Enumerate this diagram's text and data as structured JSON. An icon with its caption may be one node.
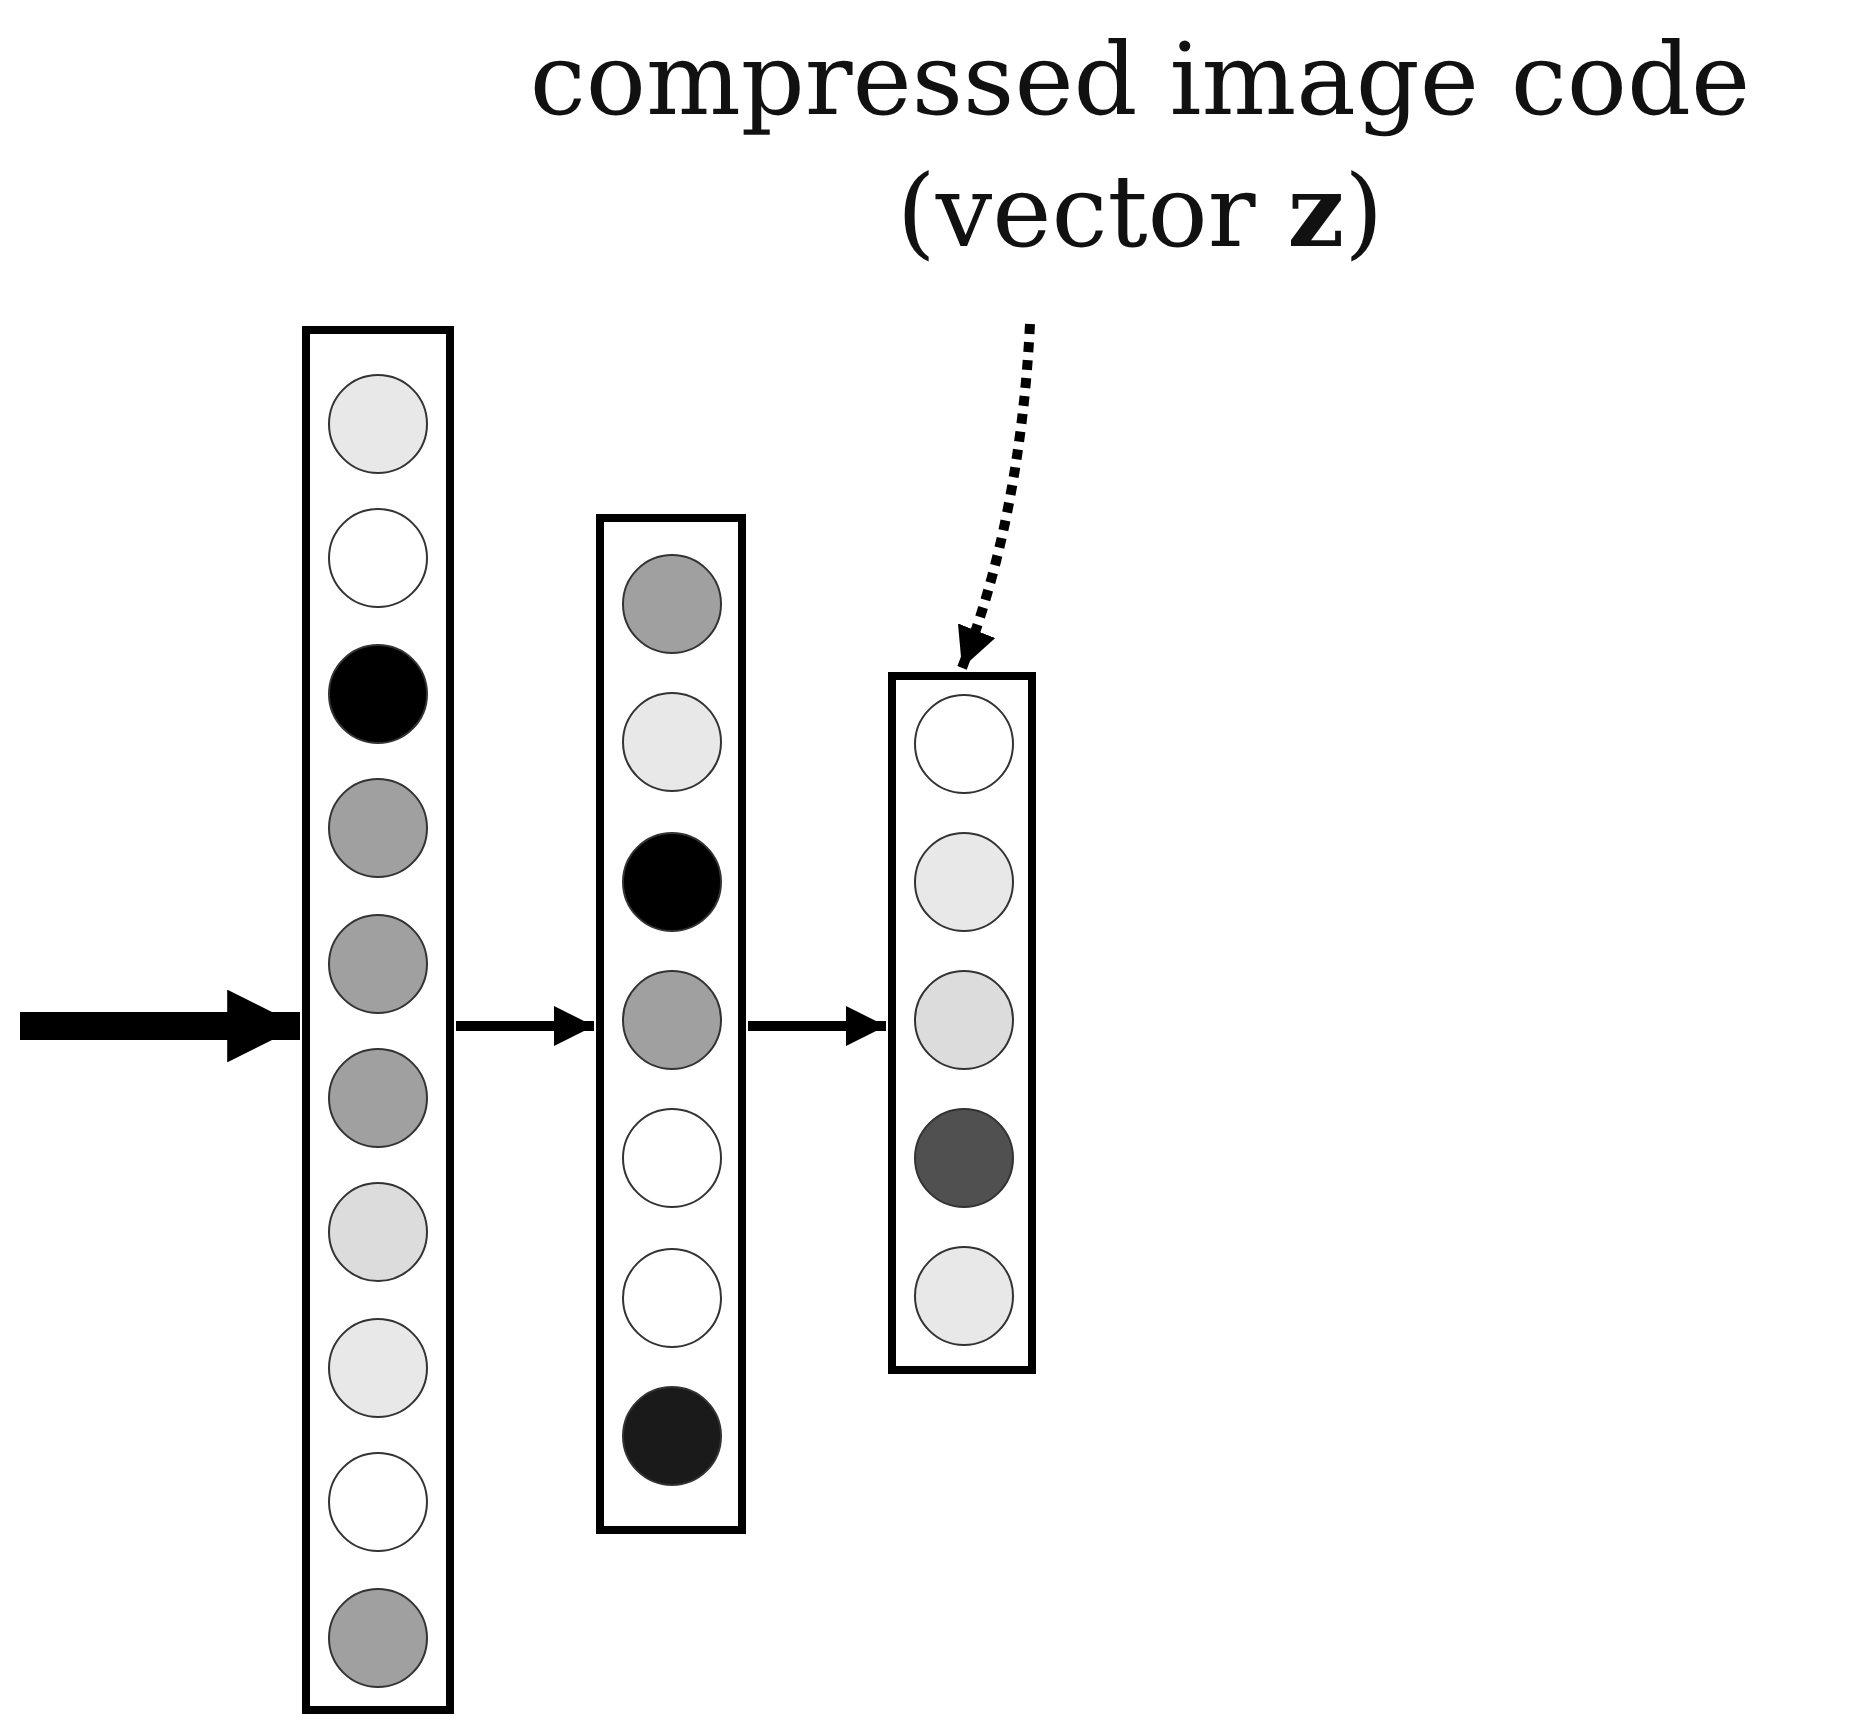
{
  "diagram": {
    "nodes": [
      {
        "text": [
          "compressed image code (vector **z**)"
        ]
      },
      {
        "text": [],
        "shape": "box"
      },
      {
        "text": [],
        "shape": "circle",
        "in": 1
      },
      {
        "text": [],
        "shape": "circle",
        "in": 1
      },
      {
        "text": [],
        "shape": "circle",
        "in": 1
      },
      {
        "text": [],
        "shape": "circle",
        "in": 1
      },
      {
        "text": [],
        "shape": "circle",
        "in": 1
      },
      {
        "text": [],
        "shape": "circle",
        "in": 1
      },
      {
        "text": [],
        "shape": "circle",
        "in": 1
      },
      {
        "text": [],
        "shape": "circle",
        "in": 1
      },
      {
        "text": [],
        "shape": "circle",
        "in": 1
      },
      {
        "text": [],
        "shape": "circle",
        "in": 1
      },
      {
        "text": [],
        "shape": "box"
      },
      {
        "text": [],
        "shape": "circle",
        "in": 12
      },
      {
        "text": [],
        "shape": "circle",
        "in": 12
      },
      {
        "text": [],
        "shape": "circle",
        "in": 12
      },
      {
        "text": [],
        "shape": "circle",
        "in": 12
      },
      {
        "text": [],
        "shape": "circle",
        "in": 12
      },
      {
        "text": [],
        "shape": "circle",
        "in": 12
      },
      {
        "text": [],
        "shape": "circle",
        "in": 12
      },
      {
        "text": [],
        "shape": "box"
      },
      {
        "text": [],
        "shape": "circle",
        "in": 20
      },
      {
        "text": [],
        "shape": "circle",
        "in": 20
      },
      {
        "text": [],
        "shape": "circle",
        "in": 20
      },
      {
        "text": [],
        "shape": "circle",
        "in": 20
      },
      {
        "text": [],
        "shape": "circle",
        "in": 20
      }
    ],
    "edges": [
      {
        "from": null,
        "to": 1,
        "arrow": "to",
        "style": "thick"
      },
      {
        "from": 1,
        "to": 12,
        "arrow": "to"
      },
      {
        "from": 12,
        "to": 20,
        "arrow": "to"
      },
      {
        "from": 0,
        "to": 20,
        "arrow": "to",
        "style": "dashed"
      }
    ]
  }
}
